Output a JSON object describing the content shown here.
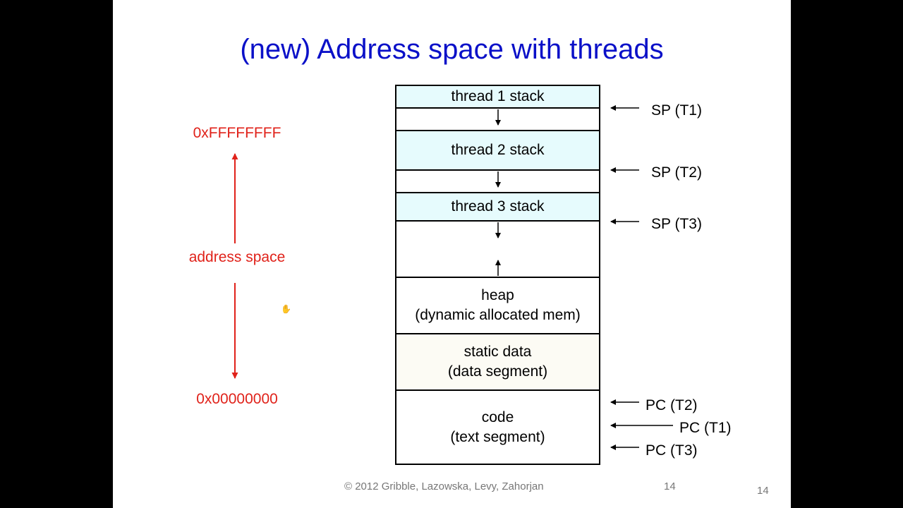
{
  "title": "(new) Address space with threads",
  "address_labels": {
    "top": "0xFFFFFFFF",
    "middle": "address space",
    "bottom": "0x00000000"
  },
  "blocks": {
    "thread1_stack": "thread 1 stack",
    "thread2_stack": "thread 2 stack",
    "thread3_stack": "thread 3 stack",
    "heap_line1": "heap",
    "heap_line2": "(dynamic allocated mem)",
    "static_line1": "static data",
    "static_line2": "(data segment)",
    "code_line1": "code",
    "code_line2": "(text segment)"
  },
  "pointers": {
    "sp_t1": "SP (T1)",
    "sp_t2": "SP (T2)",
    "sp_t3": "SP (T3)",
    "pc_t2": "PC (T2)",
    "pc_t1": "PC (T1)",
    "pc_t3": "PC (T3)"
  },
  "footer": {
    "copyright": "© 2012 Gribble, Lazowska, Levy, Zahorjan",
    "slide_number": "14",
    "page_number": "14"
  },
  "colors": {
    "title": "#0a10c8",
    "address": "#e0221a",
    "stack_fill": "#e6fbfd",
    "static_fill": "#fcfbf4"
  }
}
